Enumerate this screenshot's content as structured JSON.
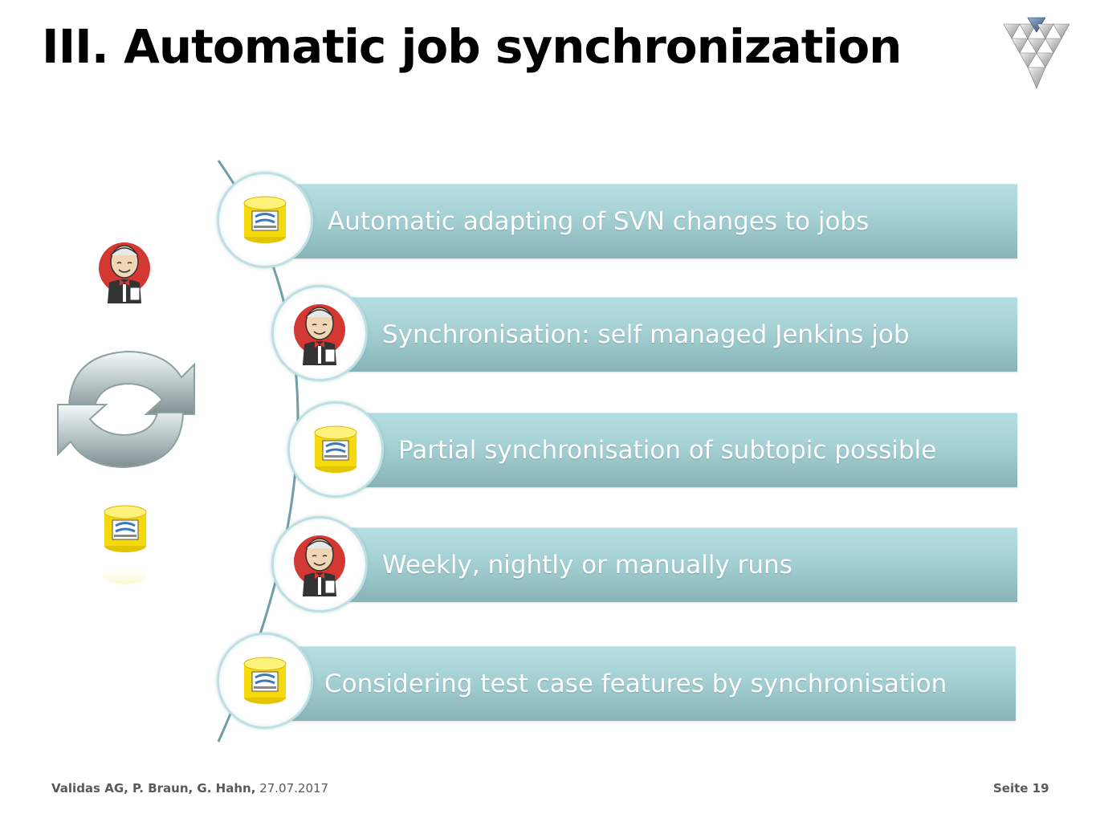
{
  "slide": {
    "title": "III. Automatic job synchronization",
    "items": [
      {
        "text": "Automatic adapting of SVN changes to jobs",
        "icon": "database-icon"
      },
      {
        "text": "Synchronisation: self managed Jenkins job",
        "icon": "jenkins-butler-icon"
      },
      {
        "text": "Partial synchronisation of subtopic possible",
        "icon": "database-icon"
      },
      {
        "text": "Weekly, nightly or manually runs",
        "icon": "jenkins-butler-icon"
      },
      {
        "text": "Considering test case features by synchronisation",
        "icon": "database-icon"
      }
    ],
    "colors": {
      "bar": "#a4d0d4",
      "bar_text": "#ffffff",
      "ring": "#bfe0e3",
      "arc": "#6f9ea3"
    }
  },
  "footer": {
    "authors": "Validas AG, P. Braun, G. Hahn,",
    "date": "27.07.2017",
    "page": "Seite 19"
  }
}
